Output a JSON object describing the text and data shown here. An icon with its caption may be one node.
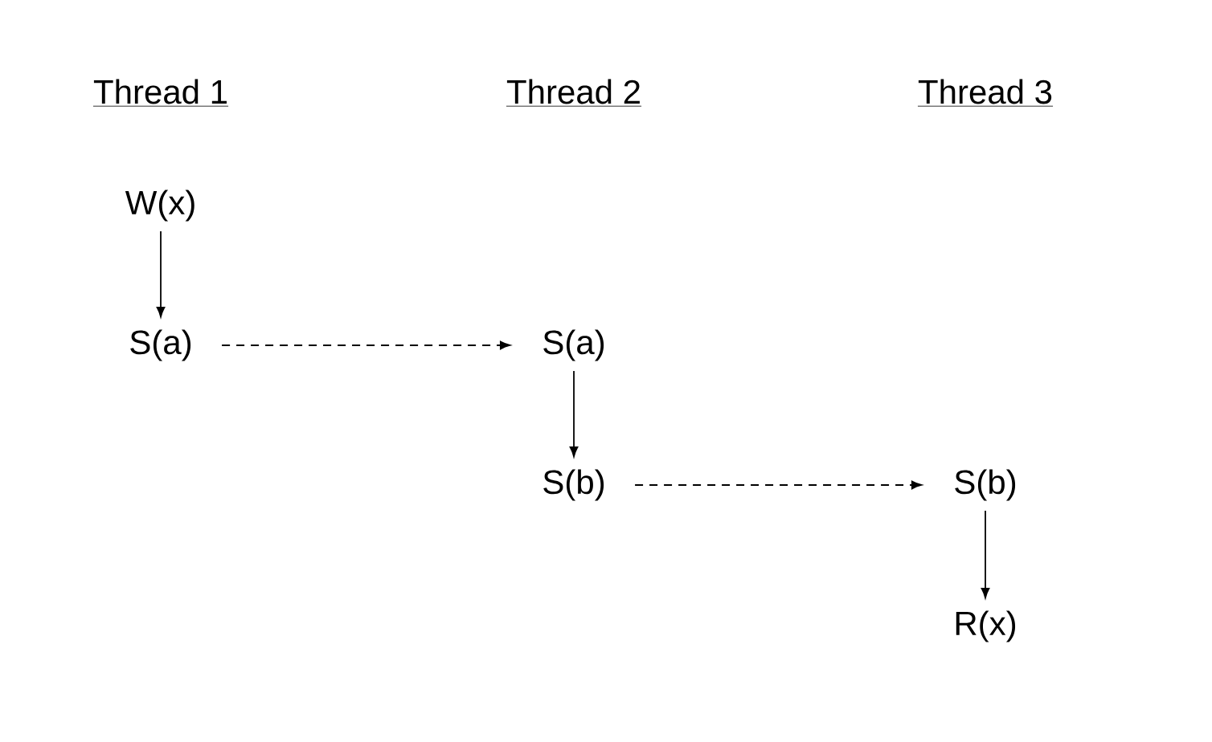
{
  "diagram": {
    "nodes": [
      {
        "text": [
          "W(x)"
        ]
      },
      {
        "text": [
          "S(a)"
        ]
      },
      {
        "text": [
          "S(a)"
        ]
      },
      {
        "text": [
          "S(b)"
        ]
      },
      {
        "text": [
          "S(b)"
        ]
      },
      {
        "text": [
          "R(x)"
        ]
      }
    ],
    "edges": [
      {
        "from": 0,
        "to": 1,
        "arrow": "to"
      },
      {
        "from": 1,
        "to": 2,
        "arrow": "to",
        "style": "dashed"
      },
      {
        "from": 2,
        "to": 3,
        "arrow": "to"
      },
      {
        "from": 3,
        "to": 4,
        "arrow": "to",
        "style": "dashed"
      },
      {
        "from": 4,
        "to": 5,
        "arrow": "to"
      }
    ],
    "labels": [
      "Thread 1",
      "Thread 2",
      "Thread 3"
    ]
  }
}
